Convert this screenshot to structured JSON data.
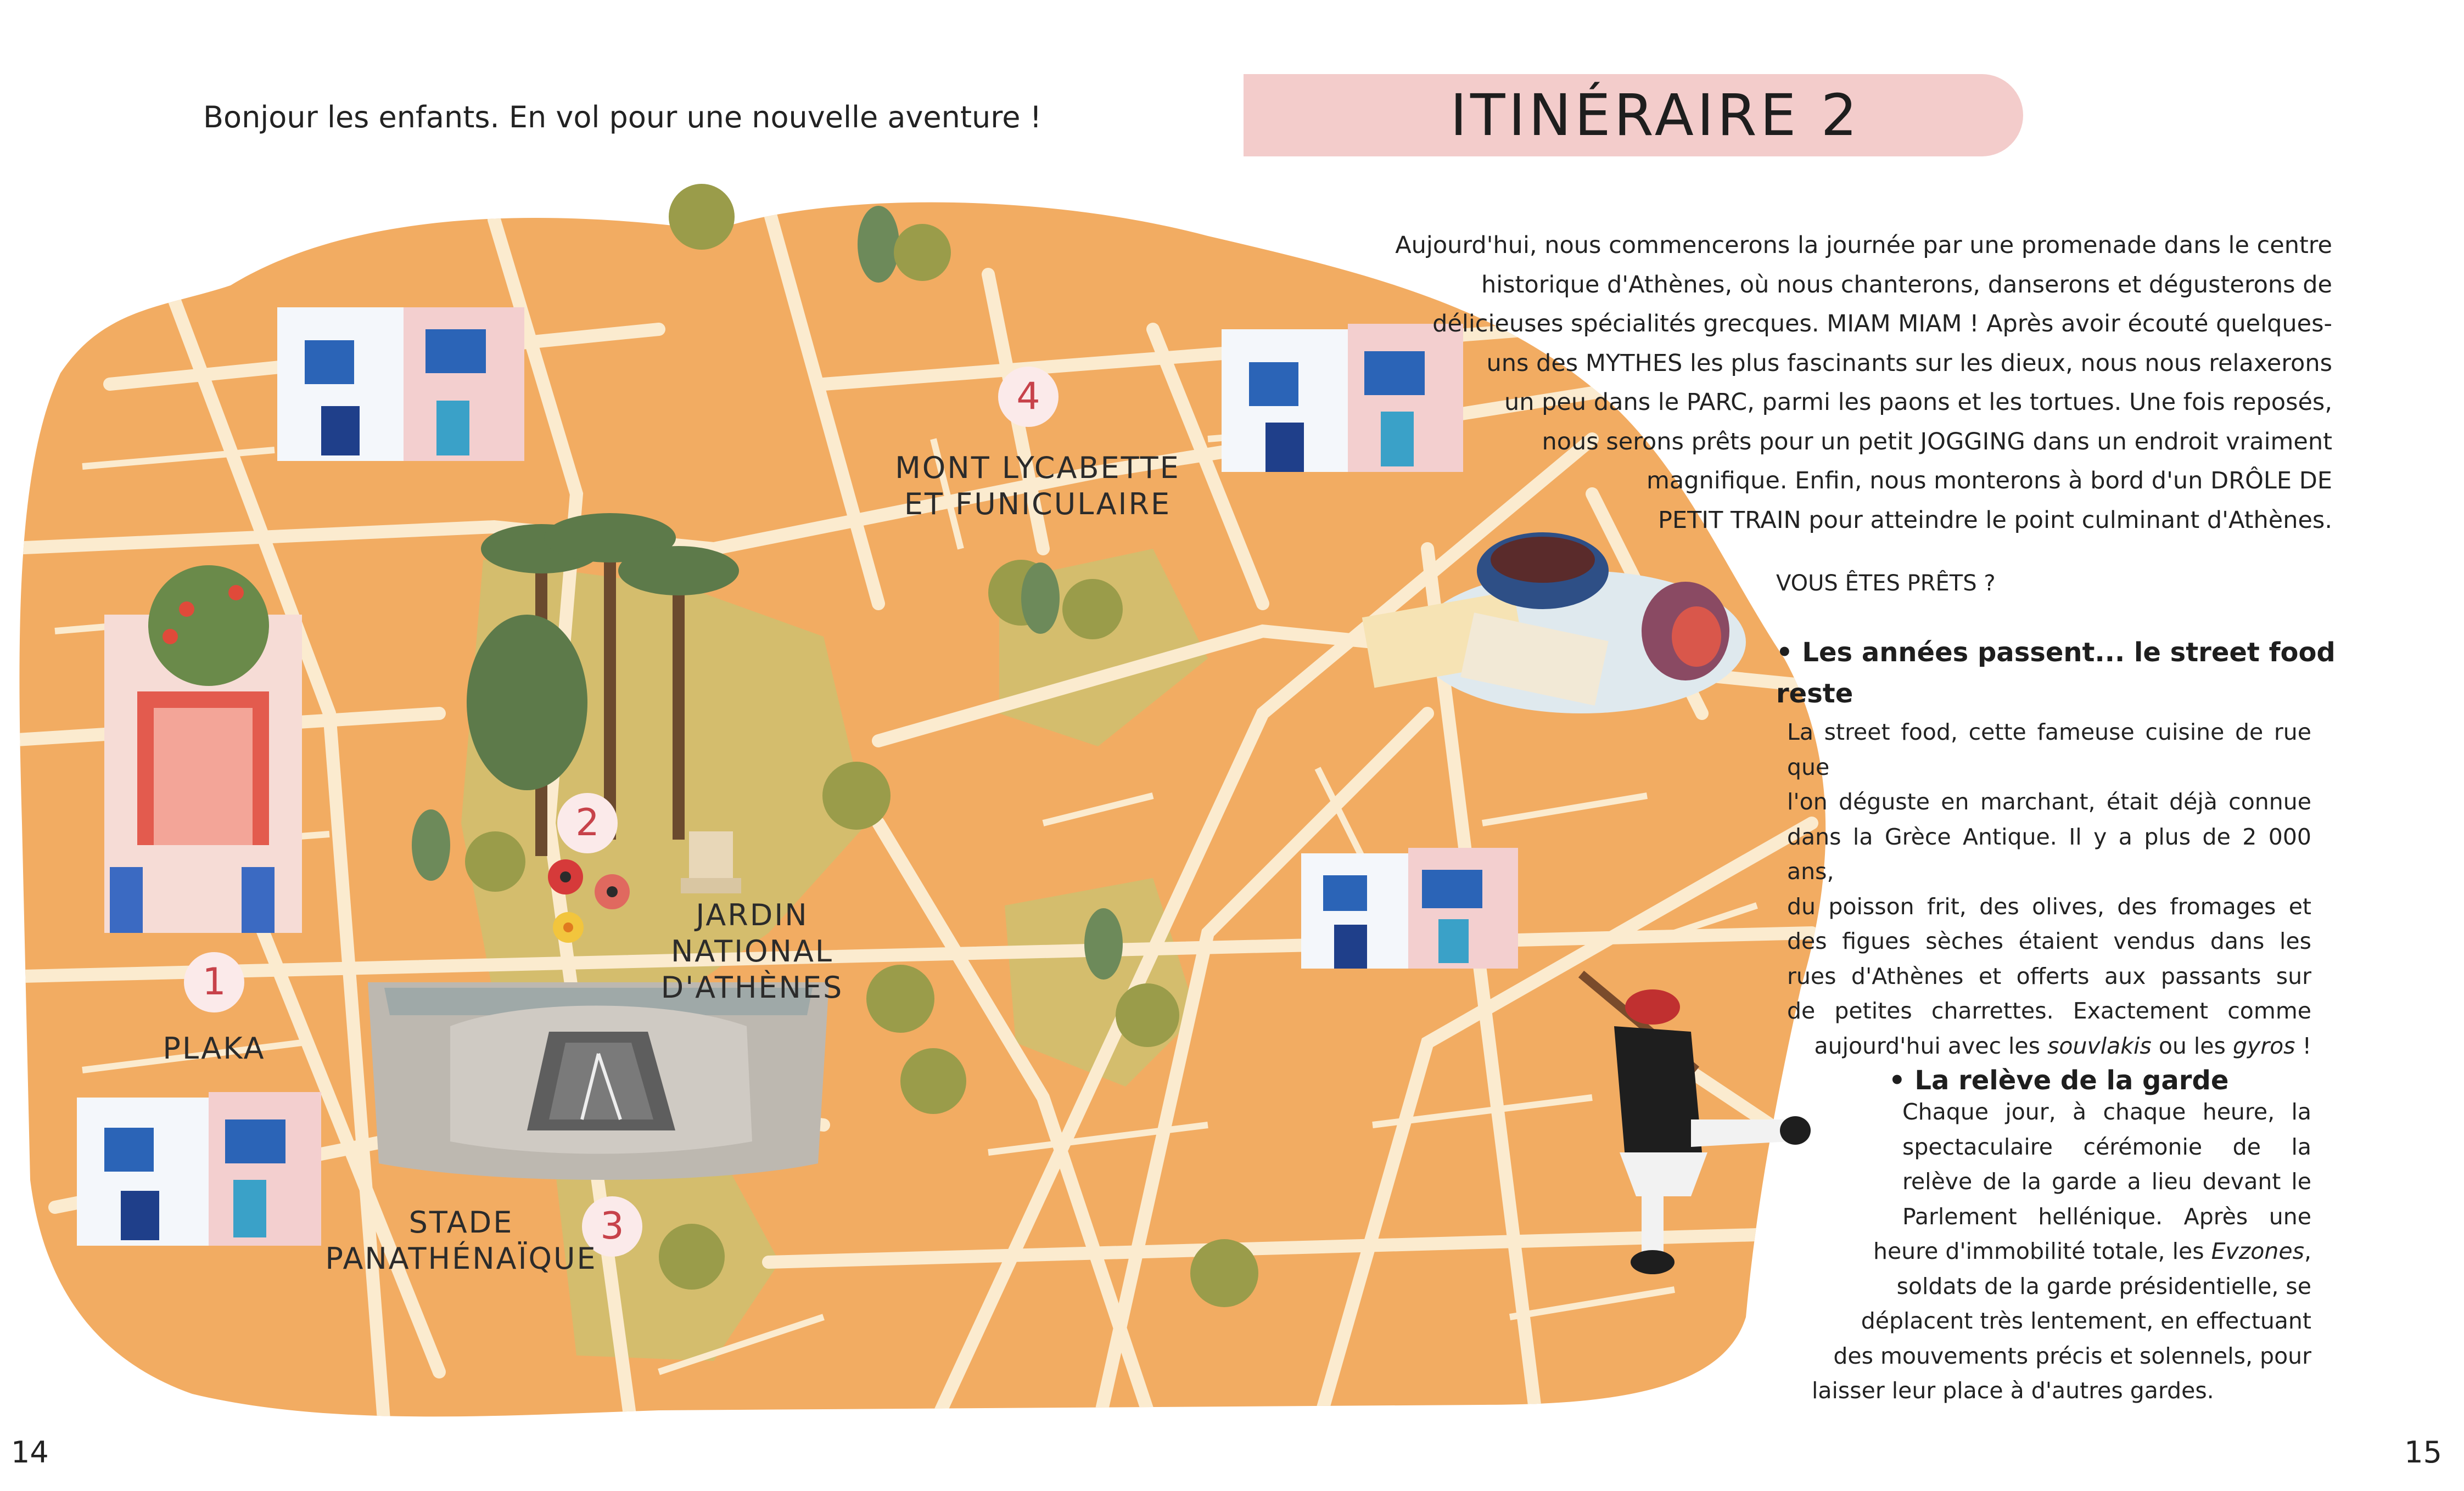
{
  "intro_text": "Bonjour les enfants. En vol pour une nouvelle aventure !",
  "title": "ITINÉRAIRE 2",
  "intro_paragraph": [
    "Aujourd'hui, nous commencerons la journée par une promenade dans le centre",
    "historique d'Athènes, où nous chanterons, danserons et dégusterons de",
    "délicieuses spécialités grecques. MIAM MIAM ! Après avoir écouté quelques-",
    "uns des MYTHES les plus fascinants sur les dieux, nous nous relaxerons",
    "un peu dans le PARC, parmi les paons et les tortues. Une fois reposés,",
    "nous serons prêts pour un petit JOGGING dans un endroit vraiment",
    "magnifique. Enfin, nous monterons à bord d'un DRÔLE DE",
    "PETIT TRAIN pour atteindre le point culminant d'Athènes."
  ],
  "ready_question": "VOUS ÊTES PRÊTS ?",
  "section_street_food": {
    "heading_line1": "• Les années passent... le street food",
    "heading_line2": "reste",
    "lines": [
      "La street food, cette fameuse cuisine de rue que",
      "l'on déguste en marchant, était déjà connue",
      "dans la Grèce Antique. Il y a plus de 2 000 ans,",
      "du poisson frit, des olives, des fromages et",
      "des figues sèches étaient vendus dans les",
      "rues d'Athènes et offerts aux passants sur",
      "de petites charrettes. Exactement comme"
    ],
    "last_line_prefix": "aujourd'hui avec les ",
    "last_line_em1": "souvlakis",
    "last_line_mid": " ou les ",
    "last_line_em2": "gyros",
    "last_line_suffix": " !"
  },
  "section_garde": {
    "heading": "• La relève de la garde",
    "lines_before": [
      "Chaque jour, à chaque heure, la",
      "spectaculaire cérémonie de la",
      "relève de la garde a lieu devant le",
      "Parlement hellénique. Après une"
    ],
    "line_em_prefix": "heure d'immobilité totale, les ",
    "line_em": "Evzones",
    "line_em_suffix": ",",
    "lines_after": [
      "soldats de la garde présidentielle, se",
      "déplacent très lentement, en effectuant",
      "des mouvements précis et solennels, pour",
      "laisser leur place à d'autres gardes."
    ]
  },
  "map": {
    "markers": [
      {
        "num": "1",
        "label": "PLAKA"
      },
      {
        "num": "2",
        "label": "JARDIN NATIONAL\nD'ATHÈNES"
      },
      {
        "num": "3",
        "label": "STADE\nPANATHÉNAÏQUE"
      },
      {
        "num": "4",
        "label": "MONT LYCABETTE\nET FUNICULAIRE"
      }
    ]
  },
  "page_left": "14",
  "page_right": "15",
  "colors": {
    "map_fill": "#f2ac62",
    "street": "#fbebcf",
    "park": "#d4bd6d",
    "title_band": "#f3cccb",
    "marker_num": "#c7424a"
  }
}
